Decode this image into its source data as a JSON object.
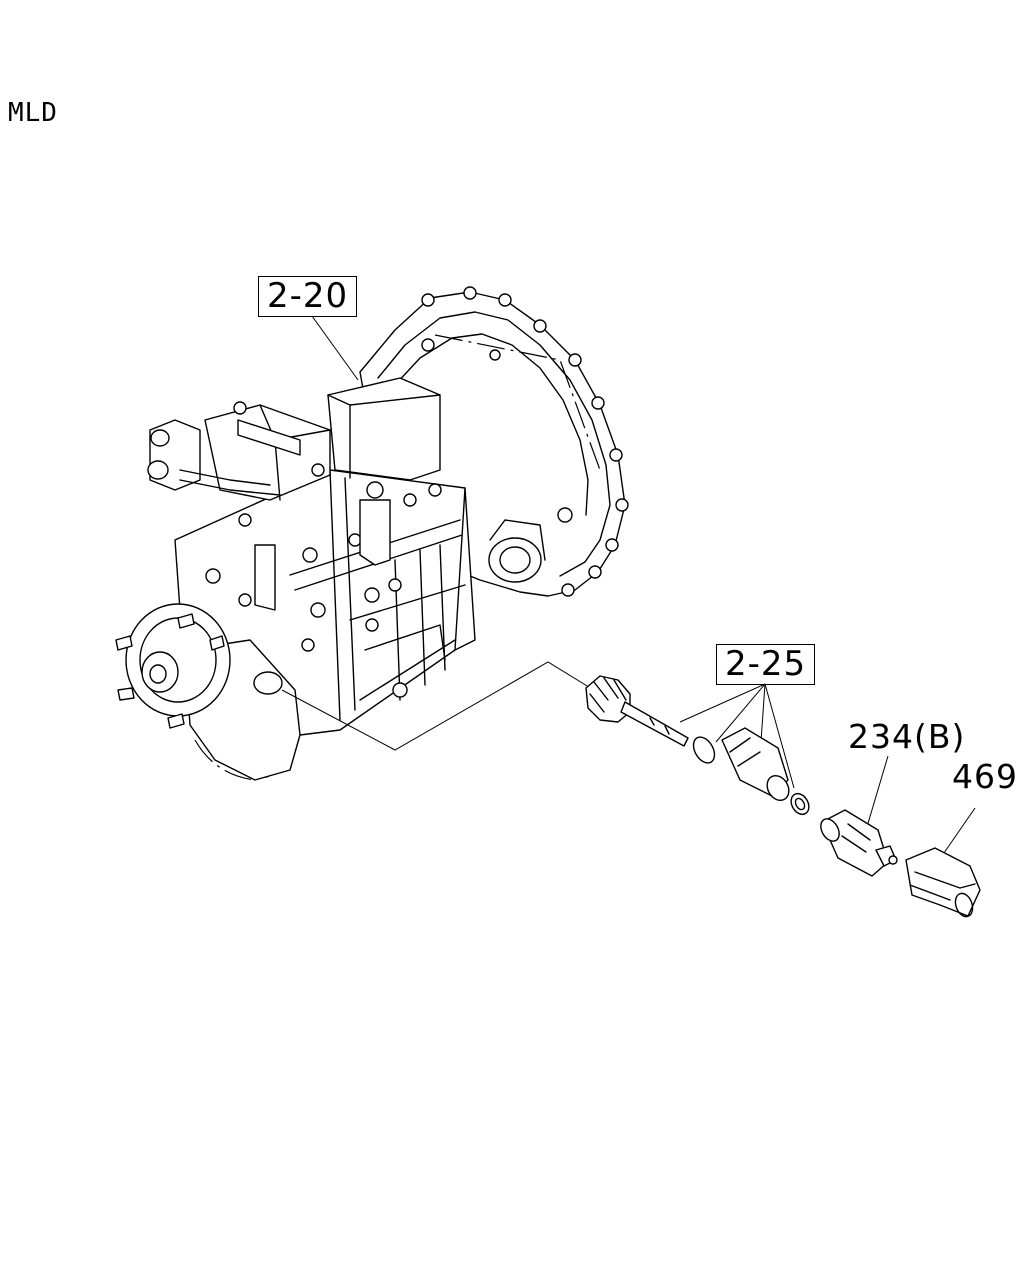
{
  "header": {
    "model_code": "MLD"
  },
  "callouts": {
    "ref_main": "2-20",
    "ref_speedo": "2-25",
    "part_sensor": "234(B)",
    "part_cover": "469"
  }
}
